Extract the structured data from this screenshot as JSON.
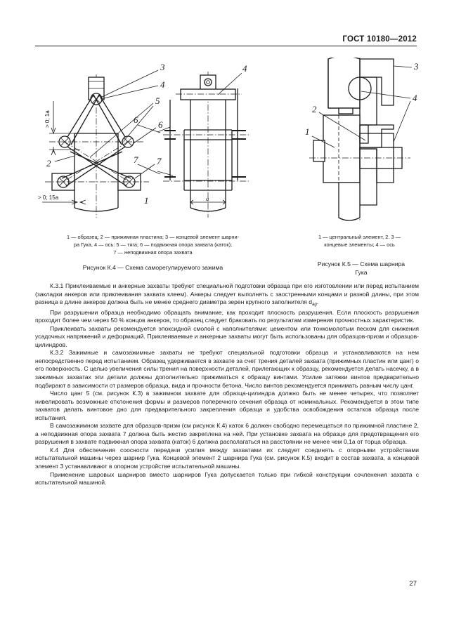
{
  "header": {
    "standard_title": "ГОСТ 10180—2012"
  },
  "page_number": "27",
  "figures": {
    "fig_k4": {
      "callouts": [
        "1",
        "2",
        "3",
        "4",
        "5",
        "6",
        "7"
      ],
      "dimension_vertical": "> 0; 1a",
      "dimension_horizontal": "> 0; 15a",
      "dimension_width": "a",
      "caption_lines": [
        "1 — образец; 2 — прижимная пластина; 3 — концевой элемент шарни-",
        "ра Гука,  4 — ось:  5 — тяга;  6 — подвижная  опора  захвата  (каток);",
        "7 — неподвижная опора захвата"
      ],
      "title": "Рисунок К.4 — Схема саморегулируемого зажима"
    },
    "fig_k5": {
      "callouts": [
        "1",
        "2",
        "3",
        "4"
      ],
      "caption_lines": [
        "1 — центральный элемент, 2. 3 —",
        "концевые элементы; 4 — ось"
      ],
      "title_lines": [
        "Рисунок К.5 — Схема шарнира",
        "Гука"
      ]
    }
  },
  "body": {
    "paragraphs": [
      "К.3.1 Приклеиваемые и анкерные захваты требуют специальной подготовки образца при его изготовлении или перед испытанием (закладки анкеров или приклеивания захвата клеем).  Анкеры  следует  выполнять с заостренными концами и разной длины, при этом разница в длине анкеров должна быть не менее среднего диаметра зерен крупного заполнителя d",
      "При разрушении образца необходимо обращать внимание, как проходит плоскость разрушения. Если плоскость разрушения проходит более чем через 50 % концов анкеров, то образец следует браковать по результатам измерения прочностных характеристик.",
      " Приклеивать захваты рекомендуется эпоксидной смолой с наполнителями: цементом или тонкомолотым песком для снижения усадочных напряжений и деформаций. Приклеиваемые и анкерные захваты могут быть использованы для  образцов-призм и образцов-цилиндров.",
      "К.3.2 Зажимные и самозажимные захваты не требуют специальной подготовки образца и устанавливаются на нем непосредственно перед испытанием. Образец удерживается в захвате за счет трения деталей захвата (прижимных пластин или цанг) о его поверхность. С целью увеличения силы трения на поверхности деталей, прилегающих к образцу, рекомендуется делать насечку, а в зажимных захватах эти детали должны дополнительно прижиматься к образцу винтами. Усилие затяжки винтов предварительно подбирают в зависимости от размеров образца, вида и прочности бетона. Число винтов рекомендуется принимать равным числу цанг.",
      "Число цанг 5 (см. рисунок К.3) в зажимном захвате для образца-цилиндра должно быть не менее четырех, что позволяет нивелировать возможные отклонения формы и размеров поперечного сечения образца от номинальных. Рекомендуется в этом типе захватов делать винтовое дно для предварительного закрепления образца и удобства освобождения остатков образца после испытания.",
      "В самозажимном захвате для образцов-призм (см рисунок К.4) каток 6 должен свободно перемещаться по прижимной пластине 2, а неподвижная опора захвата 7 должна быть жестко закреплена на ней. При установке захвата на образце для предотвращения его разрушения в захвате подвижная опора захвата (каток) 6 должна располагаться на расстоянии не менее чем 0,1а от торца образца.",
      "К.4 Для обеспечения соосности передачи усилия между захватами их следует соединять с опорными устройствами испытательной машины через шарнир Гука. Концевой элемент 2 шарнира Гука (см. рисунок К.5) входит в состав захвата, а концевой элемент 3 устанавливают в опорном устройстве испытательной машины.",
      "Применение шаровых шарниров вместо шарниров Гука допускается только при гибкой конструкции сочленения захвата с испытательной машиной."
    ],
    "subscript_ag": "ag",
    "dot_after_sub": "."
  }
}
